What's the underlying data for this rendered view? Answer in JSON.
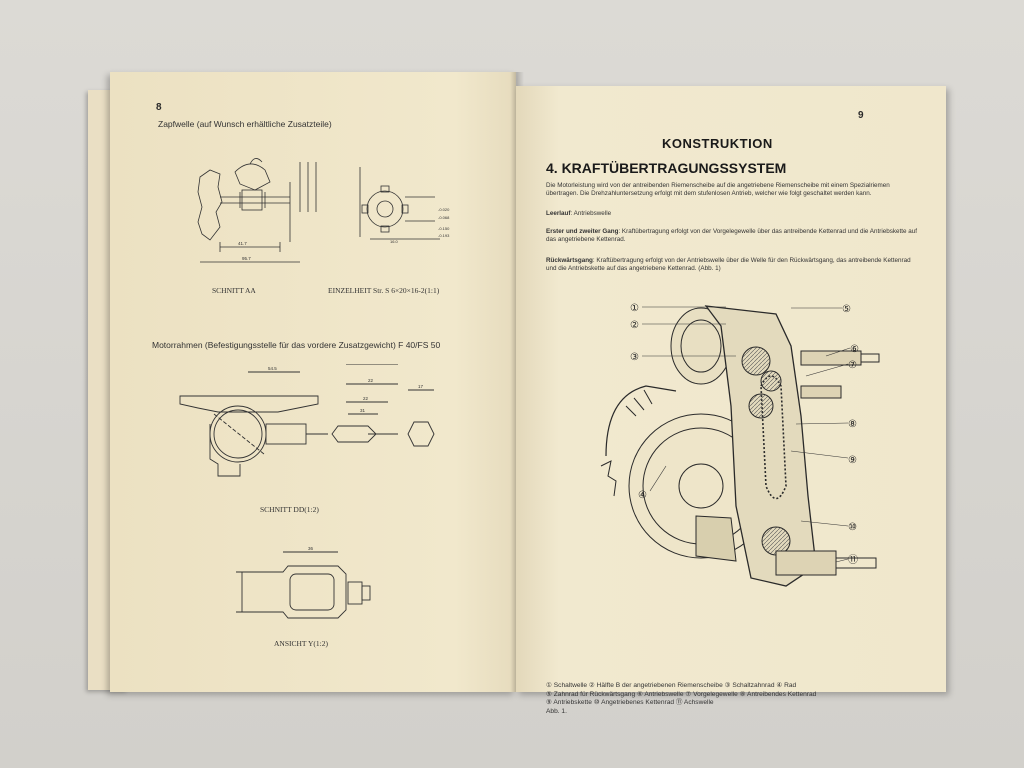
{
  "left_page": {
    "page_number": "8",
    "section1_title": "Zapfwelle (auf Wunsch erhältliche Zusatzteile)",
    "drawing1_caption": "SCHNITT AA",
    "drawing2_caption": "EINZELHEIT Str. S  6×20×16-2(1:1)",
    "section2_title": "Motorrahmen (Befestigungsstelle für das vordere Zusatzgewicht) F 40/FS 50",
    "drawing3_caption": "SCHNITT DD(1:2)",
    "drawing4_caption": "ANSICHT  Y(1:2)"
  },
  "right_page": {
    "page_number": "9",
    "heading": "KONSTRUKTION",
    "subheading": "4. KRAFTÜBERTRAGUNGSSYSTEM",
    "intro": "Die Motorleistung wird von der antreibenden Riemenscheibe auf die angetriebene Riemenscheibe mit einem Spezialriemen übertragen.  Die Drehzahlunterse­tzung erfolgt mit dem stufenlosen Antrieb, welcher wie folgt geschaltet werden kann.",
    "leerlauf_label": "Leerlauf",
    "leerlauf_text": ":  Antriebswelle",
    "gang_label": "Erster und zweiter Gang",
    "gang_text": ":  Kraftübertragung erfolgt von der Vorgelegewelle über das antreibende Kettenrad und die Antriebskette auf das angetriebene Kettenrad.",
    "rueck_label": "Rückwärtsgang",
    "rueck_text": ":  Kraftübertragung erfolgt von der Antriebswelle über die Welle für den Rückwärtsgang, das antreibende Kettenrad und die Antriebskette auf das angetriebene Kettenrad.  (Abb. 1)",
    "callouts": [
      "①",
      "②",
      "③",
      "④",
      "⑤",
      "⑥",
      "⑦",
      "⑧",
      "⑨",
      "⑩",
      "⑪"
    ],
    "legend_lines": [
      "① Schaltwelle   ② Hälfte B der angetriebenen Riemenscheibe   ③ Schaltzahnrad   ④ Rad",
      "⑤ Zahnrad für Rückwärtsgang   ⑥ Antriebswelle   ⑦ Vorgelegewelle   ⑧ Antreibendes Kettenrad",
      "⑨ Antriebskette   ⑩ Angetriebenes Kettenrad   ⑪ Achswelle"
    ],
    "figure_label": "Abb. 1."
  }
}
